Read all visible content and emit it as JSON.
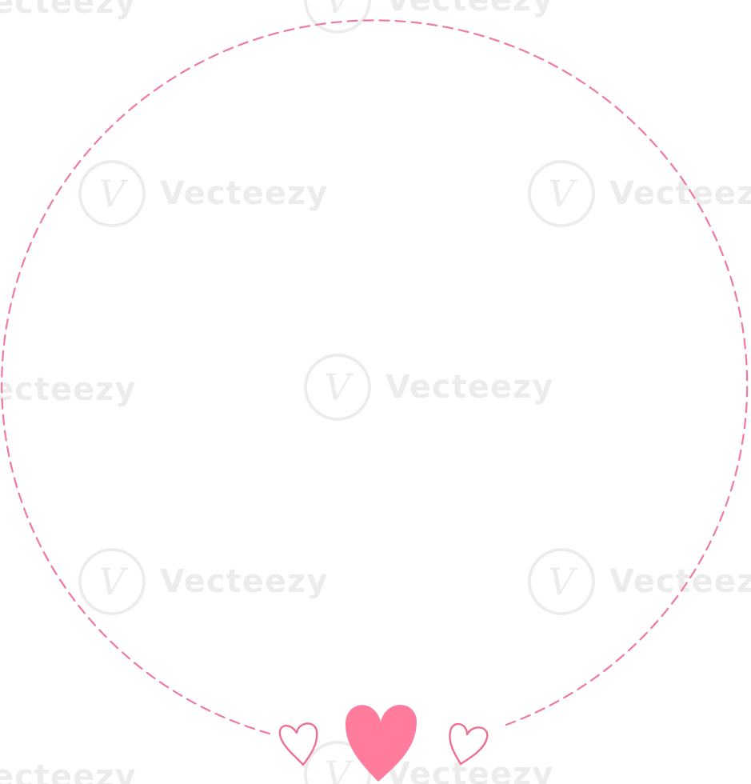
{
  "watermark": {
    "text": "Vecteezy",
    "partial_text": "ecteezy",
    "logo_glyph": "V"
  },
  "colors": {
    "dash": "#f07a9a",
    "heart_fill": "#ff7c9c",
    "heart_outline": "#ee6f90"
  },
  "icons": {
    "big_heart": "heart-filled-icon",
    "small_hearts": "heart-outline-icon"
  }
}
